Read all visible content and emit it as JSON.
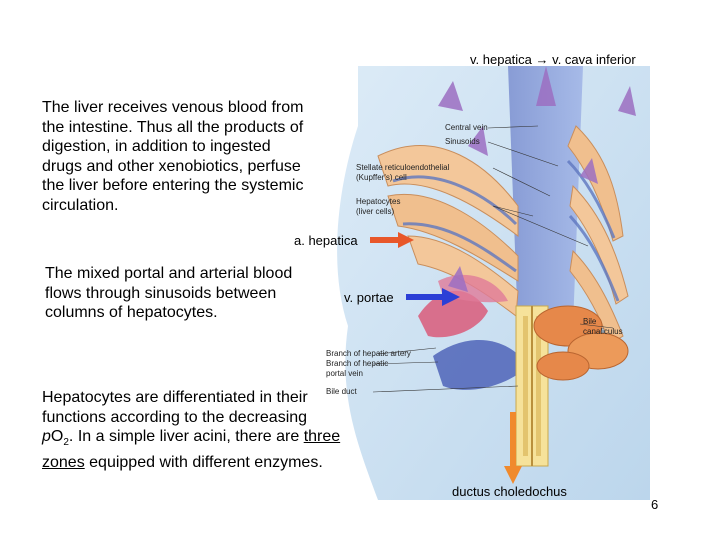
{
  "top_label": {
    "from": "v. hepatica",
    "arrow": "→",
    "to": "v. cava inferior"
  },
  "paragraphs": {
    "p1": "The liver receives venous blood from the intestine. Thus all the products of digestion, in addition to ingested drugs and other xenobiotics, perfuse the liver before entering the systemic circulation.",
    "p2": "The mixed portal and arterial blood flows through sinusoids between columns of hepatocytes.",
    "p3_part1": "Hepatocytes are differentiated in their functions according to the decreasing ",
    "p3_italic": "p",
    "p3_o": "O",
    "p3_sub": "2",
    "p3_part2": ". In a simple liver acini, there are ",
    "p3_underlined": "three zones",
    "p3_part3": " equipped with different enzymes."
  },
  "arrow_labels": {
    "hepatica": "a. hepatica",
    "portae": "v. portae",
    "ductus": "ductus choledochus"
  },
  "illustration_labels": {
    "central_vein": "Central vein",
    "sinusoids": "Sinusoids",
    "stellate_1": "Stellate reticuloendothelial",
    "stellate_2": "(Kupffer's) cell",
    "hepatocytes_1": "Hepatocytes",
    "hepatocytes_2": "(liver cells)",
    "bile_1": "Bile",
    "bile_2": "canaliculus",
    "branch_artery": "Branch of hepatic artery",
    "branch_portal_1": "Branch of hepatic",
    "branch_portal_2": "portal vein",
    "bile_duct": "Bile duct"
  },
  "page_number": "6",
  "colors": {
    "arrow_red": "#e8572a",
    "arrow_blue": "#2b3fd6",
    "arrow_orange": "#f08a2c",
    "bg_blue": "#cfe3f2",
    "hepatocyte": "#f3c79a",
    "sinusoid": "#6f86c8"
  }
}
